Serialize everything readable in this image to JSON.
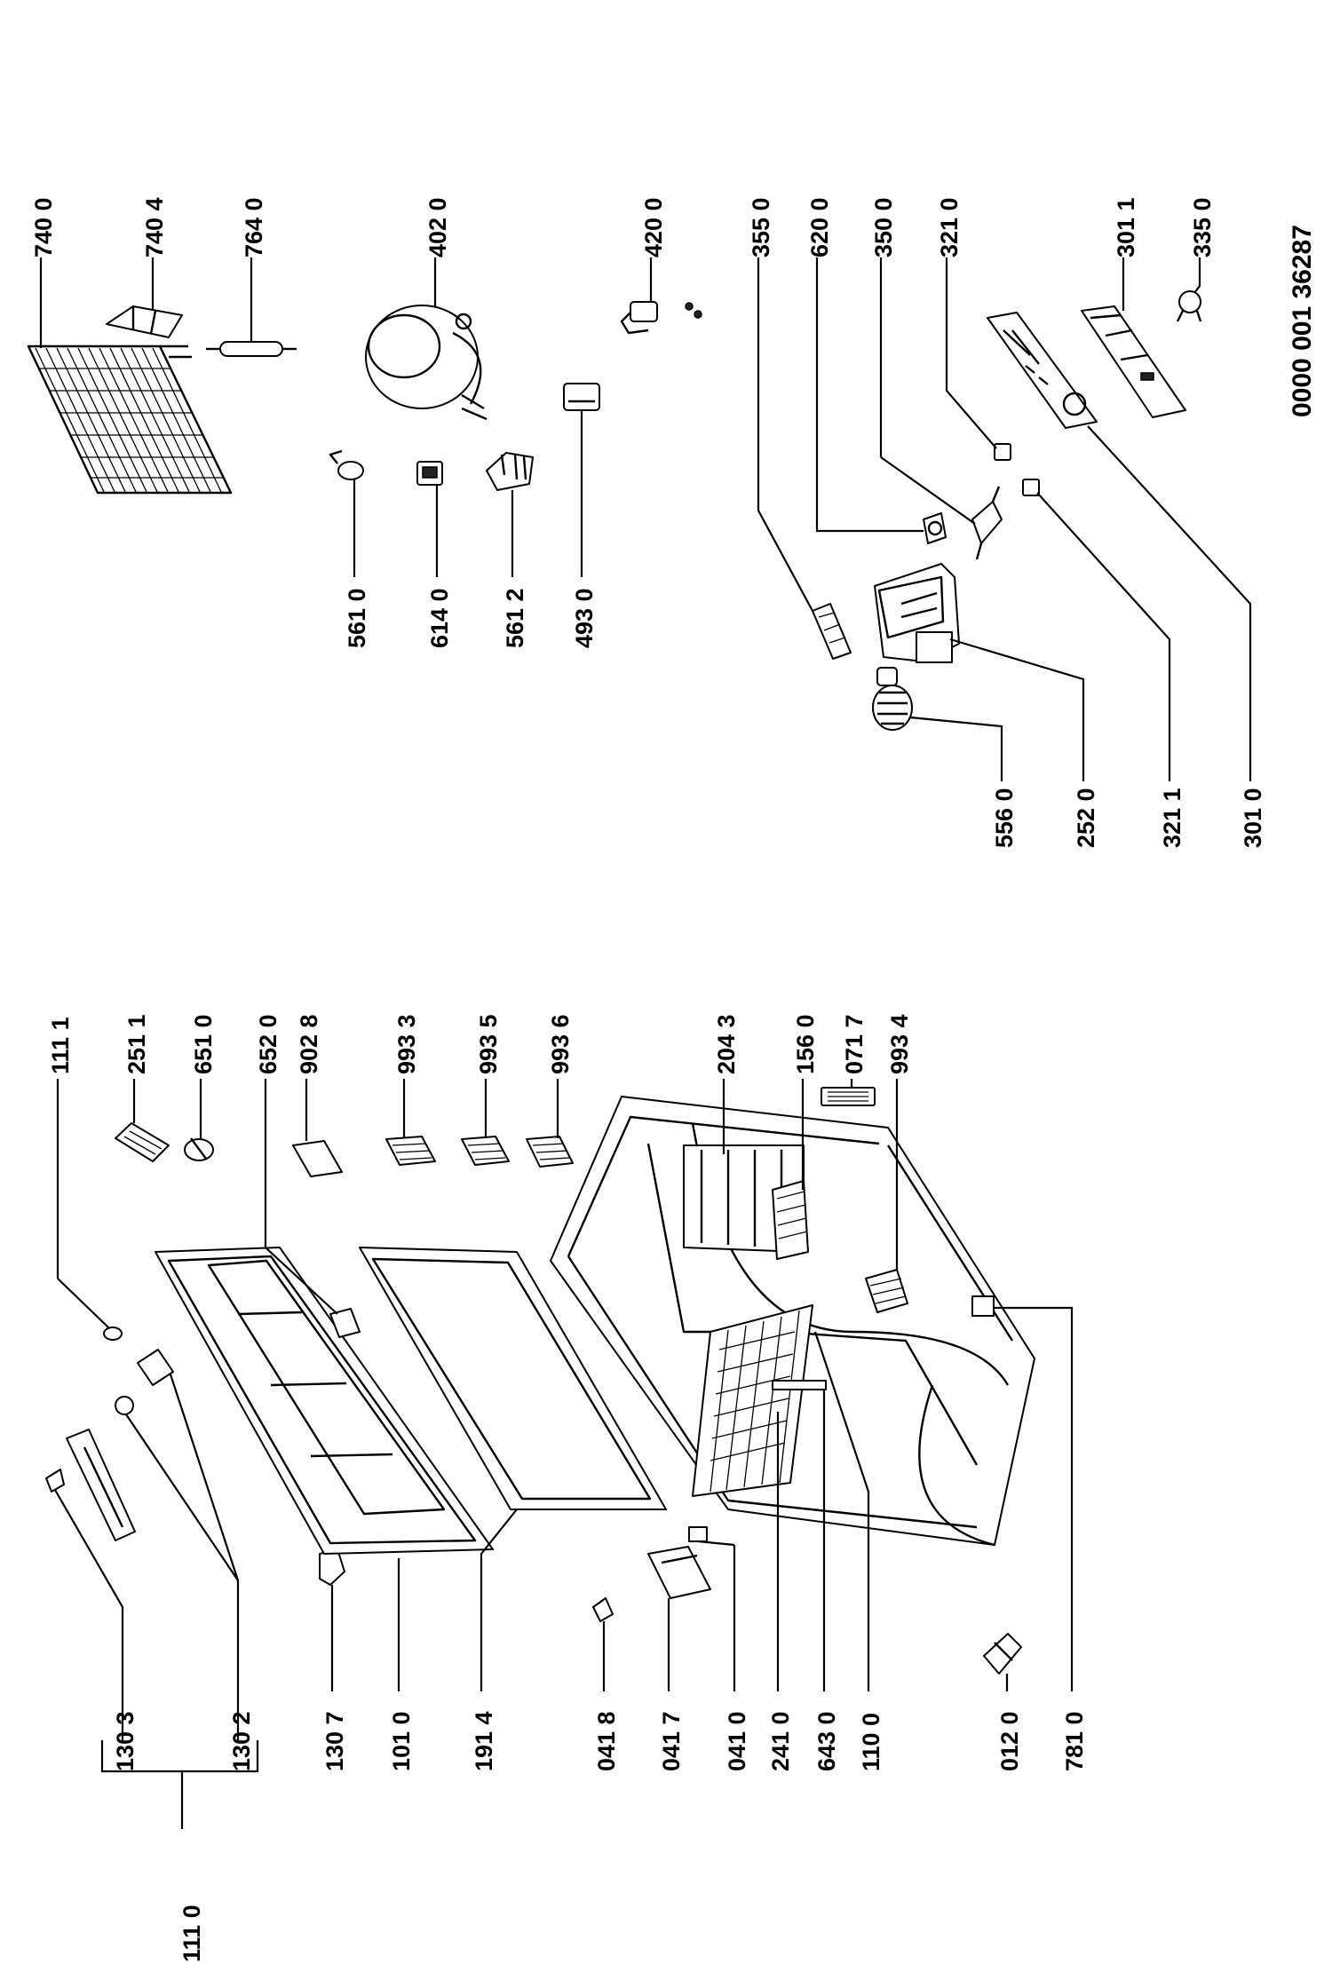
{
  "document_number": "0000 001 36287",
  "labels": {
    "p740_0": "740 0",
    "p740_4": "740 4",
    "p764_0": "764 0",
    "p402_0": "402 0",
    "p420_0": "420 0",
    "p355_0": "355 0",
    "p620_0": "620 0",
    "p350_0": "350 0",
    "p321_0": "321 0",
    "p301_1": "301 1",
    "p335_0": "335 0",
    "p561_0": "561 0",
    "p614_0": "614 0",
    "p561_2": "561 2",
    "p493_0": "493 0",
    "p556_0": "556 0",
    "p252_0": "252 0",
    "p321_1": "321 1",
    "p301_0": "301 0",
    "p111_1": "111 1",
    "p251_1": "251 1",
    "p651_0": "651 0",
    "p652_0": "652 0",
    "p902_8": "902 8",
    "p993_3": "993 3",
    "p993_5": "993 5",
    "p993_6": "993 6",
    "p204_3": "204 3",
    "p156_0": "156 0",
    "p071_7": "071 7",
    "p993_4": "993 4",
    "p111_0": "111 0",
    "p130_3": "130 3",
    "p130_2": "130 2",
    "p130_7": "130 7",
    "p101_0": "101 0",
    "p191_4": "191 4",
    "p041_8": "041 8",
    "p041_7": "041 7",
    "p041_0": "041 0",
    "p241_0": "241 0",
    "p643_0": "643 0",
    "p110_0": "110 0",
    "p012_0": "012 0",
    "p781_0": "781 0"
  },
  "colors": {
    "ink": "#000000",
    "paper": "#ffffff"
  }
}
